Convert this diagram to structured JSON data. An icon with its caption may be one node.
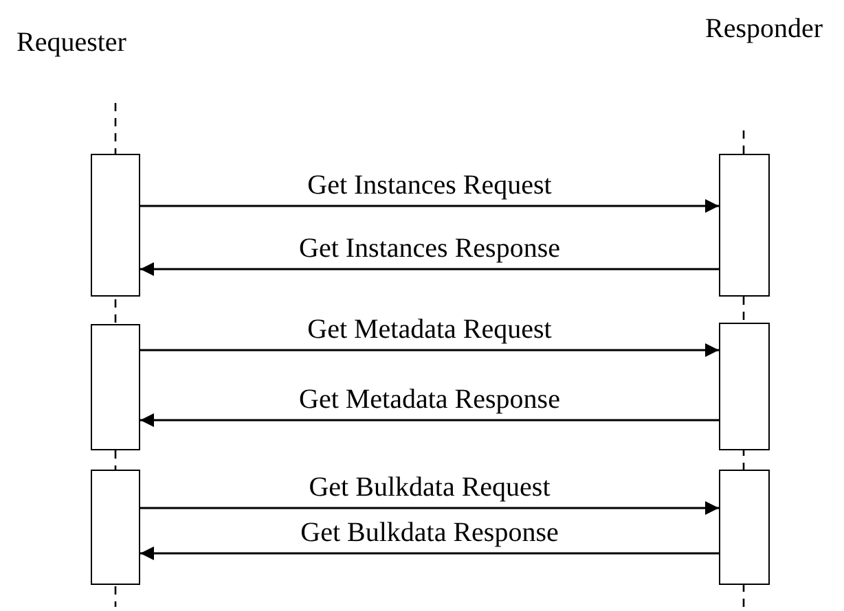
{
  "diagram": {
    "nodes": [
      {
        "text": [],
        "shape": "bar"
      },
      {
        "text": [],
        "shape": "bar"
      },
      {
        "text": [],
        "shape": "bar"
      },
      {
        "text": [],
        "shape": "bar"
      },
      {
        "text": [],
        "shape": "bar"
      },
      {
        "text": [],
        "shape": "bar"
      }
    ],
    "edges": [
      {
        "from": 0,
        "to": 1,
        "arrow": "to",
        "label": "Get Instances Request"
      },
      {
        "from": 1,
        "to": 0,
        "arrow": "to",
        "label": "Get Instances Response"
      },
      {
        "from": 2,
        "to": 3,
        "arrow": "to",
        "label": "Get Metadata Request"
      },
      {
        "from": 3,
        "to": 2,
        "arrow": "to",
        "label": "Get Metadata Response"
      },
      {
        "from": 4,
        "to": 5,
        "arrow": "to",
        "label": "Get Bulkdata Request"
      },
      {
        "from": 5,
        "to": 4,
        "arrow": "to",
        "label": "Get Bulkdata Response"
      }
    ],
    "labels": [
      "Requester",
      "Responder"
    ]
  }
}
